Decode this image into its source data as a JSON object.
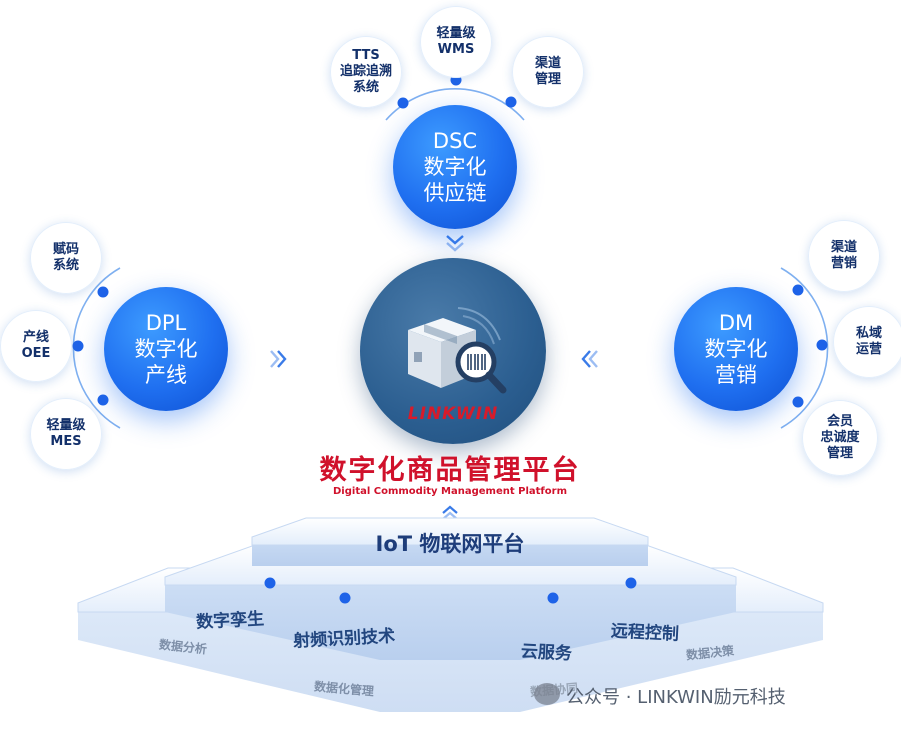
{
  "diagram": {
    "center": {
      "logo_text": "LINKWIN",
      "title_cn": "数字化商品管理平台",
      "title_en": "Digital Commodity Management Platform"
    },
    "hubs": {
      "dsc": {
        "label": "DSC\n数字化\n供应链"
      },
      "dpl": {
        "label": "DPL\n数字化\n产线"
      },
      "dm": {
        "label": "DM\n数字化\n营销"
      }
    },
    "satellites": {
      "dsc": [
        "TTS\n追踪追溯\n系统",
        "轻量级\nWMS",
        "渠道\n管理"
      ],
      "dpl": [
        "赋码\n系统",
        "产线\nOEE",
        "轻量级\nMES"
      ],
      "dm": [
        "渠道\n营销",
        "私域\n运营",
        "会员\n忠诚度\n管理"
      ]
    },
    "platform": {
      "top_label": "IoT 物联网平台",
      "tier_labels": [
        "数字孪生",
        "射频识别技术",
        "云服务",
        "远程控制"
      ],
      "base_labels": [
        "数据分析",
        "数据化管理",
        "数据协同",
        "数据决策"
      ]
    },
    "watermark": "公众号 · LINKWIN励元科技",
    "colors": {
      "hub_blue": "#1f6ff0",
      "center_blue": "#2b5e90",
      "title_red": "#d0112b",
      "dot_blue": "#1e63e8"
    }
  }
}
